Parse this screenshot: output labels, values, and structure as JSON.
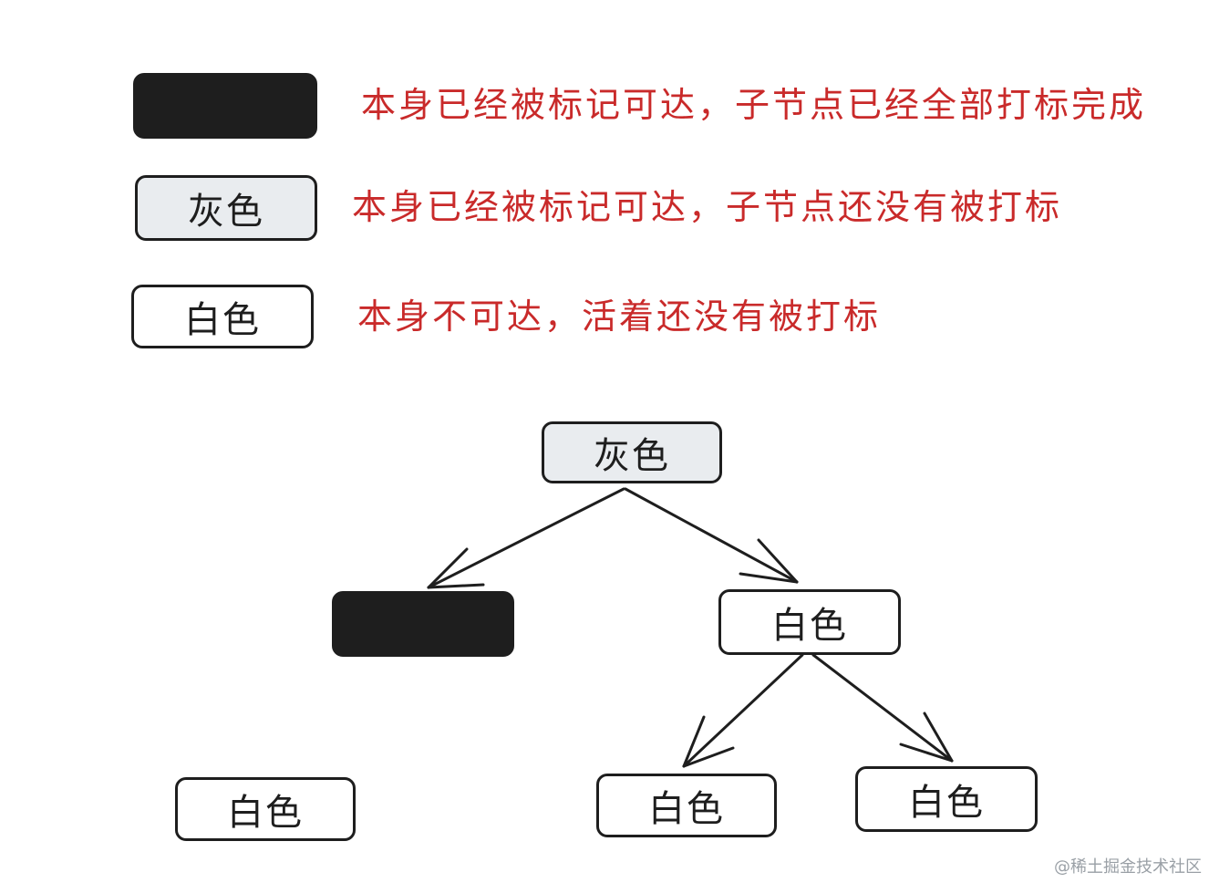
{
  "legend": {
    "black": {
      "label": "",
      "text": "本身已经被标记可达，子节点已经全部打标完成"
    },
    "gray": {
      "label": "灰色",
      "text": "本身已经被标记可达，子节点还没有被打标"
    },
    "white": {
      "label": "白色",
      "text": "本身不可达，活着还没有被打标"
    }
  },
  "tree": {
    "root": {
      "label": "灰色",
      "state": "gray"
    },
    "left_child": {
      "label": "",
      "state": "black"
    },
    "right_child": {
      "label": "白色",
      "state": "white"
    },
    "rr_left": {
      "label": "白色",
      "state": "white"
    },
    "rr_right": {
      "label": "白色",
      "state": "white"
    },
    "orphan": {
      "label": "白色",
      "state": "white"
    }
  },
  "edges": [
    {
      "from": "root",
      "to": "left_child"
    },
    {
      "from": "root",
      "to": "right_child"
    },
    {
      "from": "right_child",
      "to": "rr_left"
    },
    {
      "from": "right_child",
      "to": "rr_right"
    }
  ],
  "colors": {
    "black": "#1e1e1e",
    "gray": "#e9ecef",
    "white": "#ffffff",
    "legend_text": "#c92a2a"
  },
  "watermark": "@稀土掘金技术社区"
}
